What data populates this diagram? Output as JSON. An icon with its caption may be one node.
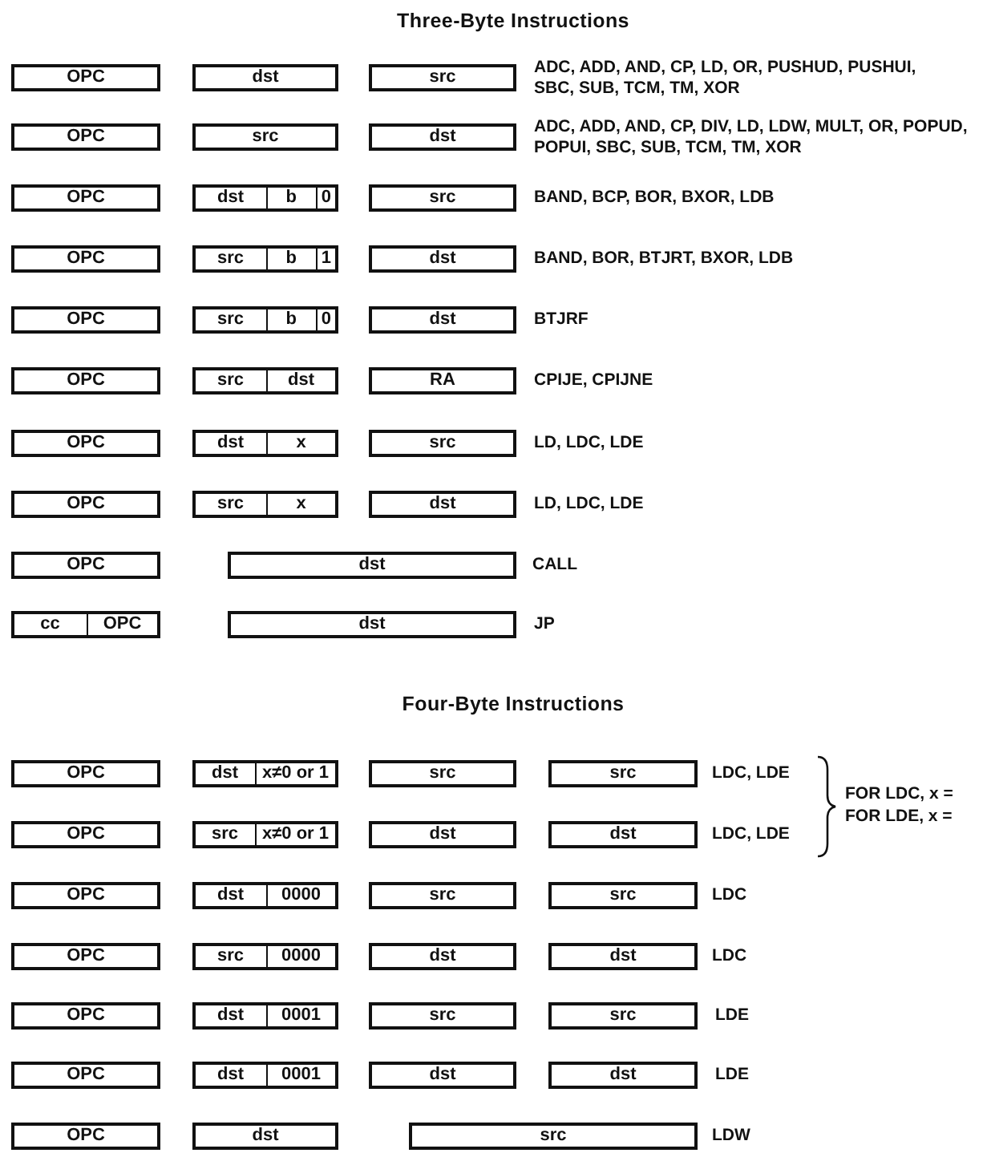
{
  "diagram": {
    "nodes": [
      {
        "text": [
          "OPC"
        ]
      },
      {
        "text": [
          "dst"
        ]
      },
      {
        "text": [
          "src"
        ]
      },
      {
        "text": [
          "OPC"
        ]
      },
      {
        "text": [
          "src"
        ]
      },
      {
        "text": [
          "dst"
        ]
      },
      {
        "text": [
          "OPC"
        ]
      },
      {
        "text": [
          "dst",
          "b",
          "0"
        ]
      },
      {
        "text": [
          "src"
        ]
      },
      {
        "text": [
          "OPC"
        ]
      },
      {
        "text": [
          "src",
          "b",
          "1"
        ]
      },
      {
        "text": [
          "dst"
        ]
      },
      {
        "text": [
          "OPC"
        ]
      },
      {
        "text": [
          "src",
          "b",
          "0"
        ]
      },
      {
        "text": [
          "dst"
        ]
      },
      {
        "text": [
          "OPC"
        ]
      },
      {
        "text": [
          "src",
          "dst"
        ]
      },
      {
        "text": [
          "RA"
        ]
      },
      {
        "text": [
          "OPC"
        ]
      },
      {
        "text": [
          "dst",
          "x"
        ]
      },
      {
        "text": [
          "src"
        ]
      },
      {
        "text": [
          "OPC"
        ]
      },
      {
        "text": [
          "src",
          "x"
        ]
      },
      {
        "text": [
          "dst"
        ]
      },
      {
        "text": [
          "OPC"
        ]
      },
      {
        "text": [
          "dst"
        ]
      },
      {
        "text": [
          "cc",
          "OPC"
        ]
      },
      {
        "text": [
          "dst"
        ]
      },
      {
        "text": [
          "OPC"
        ]
      },
      {
        "text": [
          "dst",
          "x≠0 or 1"
        ]
      },
      {
        "text": [
          "src"
        ]
      },
      {
        "text": [
          "src"
        ]
      },
      {
        "text": [
          "OPC"
        ]
      },
      {
        "text": [
          "src",
          "x≠0 or 1"
        ]
      },
      {
        "text": [
          "dst"
        ]
      },
      {
        "text": [
          "dst"
        ]
      },
      {
        "text": [
          "OPC"
        ]
      },
      {
        "text": [
          "dst",
          "0000"
        ]
      },
      {
        "text": [
          "src"
        ]
      },
      {
        "text": [
          "src"
        ]
      },
      {
        "text": [
          "OPC"
        ]
      },
      {
        "text": [
          "src",
          "0000"
        ]
      },
      {
        "text": [
          "dst"
        ]
      },
      {
        "text": [
          "dst"
        ]
      },
      {
        "text": [
          "OPC"
        ]
      },
      {
        "text": [
          "dst",
          "0001"
        ]
      },
      {
        "text": [
          "src"
        ]
      },
      {
        "text": [
          "src"
        ]
      },
      {
        "text": [
          "OPC"
        ]
      },
      {
        "text": [
          "dst",
          "0001"
        ]
      },
      {
        "text": [
          "dst"
        ]
      },
      {
        "text": [
          "dst"
        ]
      },
      {
        "text": [
          "OPC"
        ]
      },
      {
        "text": [
          "dst"
        ]
      },
      {
        "text": [
          "src"
        ]
      }
    ],
    "labels": [
      "Three-Byte Instructions",
      "ADC, ADD, AND, CP, LD, OR, PUSHUD, PUSHUI, SBC, SUB, TCM, TM, XOR",
      "ADC, ADD, AND, CP, DIV, LD, LDW, MULT, OR, POPUD, POPUI, SBC, SUB, TCM, TM, XOR",
      "BAND, BCP, BOR, BXOR, LDB",
      "BAND, BOR, BTJRT, BXOR, LDB",
      "BTJRF",
      "CPIJE, CPIJNE",
      "LD, LDC, LDE",
      "LD, LDC, LDE",
      "CALL",
      "JP",
      "Four-Byte Instructions",
      "LDC, LDE",
      "LDC, LDE",
      "FOR LDC, x =",
      "FOR LDE, x =",
      "LDC",
      "LDC",
      "LDE",
      "LDE",
      "LDW"
    ]
  }
}
